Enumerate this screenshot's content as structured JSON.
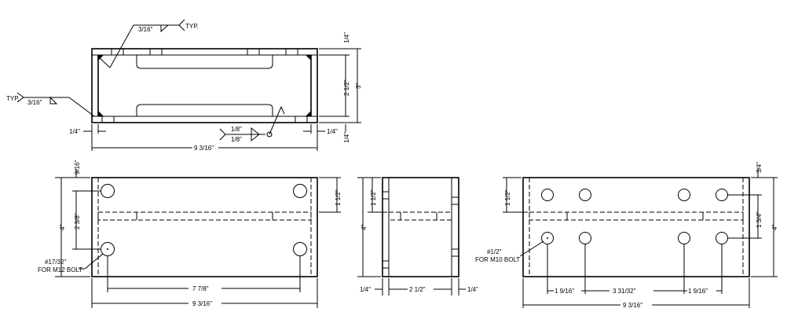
{
  "top_view": {
    "weld_top": {
      "size": "3/16\"",
      "note": "TYP."
    },
    "weld_left": {
      "size": "3/16\"",
      "note": "TYP."
    },
    "weld_bottom": {
      "size_top": "1/8\"",
      "size_bottom": "1/8\""
    },
    "dims": {
      "flange_top": "1/4\"",
      "inner_height": "2 1/2\"",
      "overall_height": "3\"",
      "flange_bottom": "1/4\"",
      "left_plate": "1/4\"",
      "right_plate": "1/4\"",
      "overall_length": "9 3/16\""
    }
  },
  "front_view": {
    "dims": {
      "top_offset": "9/16\"",
      "height": "4\"",
      "hole_spacing_v": "2 3/8\"",
      "channel_offset": "1 1/2\"",
      "hole_spacing_h": "7 7/8\"",
      "overall_length": "9 3/16\""
    },
    "hole_note": {
      "line1": "#17/32\"",
      "line2": "FOR M12 BOLT"
    }
  },
  "side_view": {
    "dims": {
      "height": "4\"",
      "channel_offset": "1 1/2\"",
      "left_plate": "1/4\"",
      "width": "2 1/2\"",
      "right_plate": "1/4\""
    }
  },
  "rear_view": {
    "dims": {
      "top_offset": "3/4\"",
      "height": "4\"",
      "hole_spacing_v": "1 3/4\"",
      "channel_offset": "1 1/2\"",
      "spacing_left": "1 9/16\"",
      "spacing_mid": "3 31/32\"",
      "spacing_right": "1 9/16\"",
      "overall_length": "9 3/16\""
    },
    "hole_note": {
      "line1": "#1/2\"",
      "line2": "FOR M10 BOLT"
    }
  }
}
